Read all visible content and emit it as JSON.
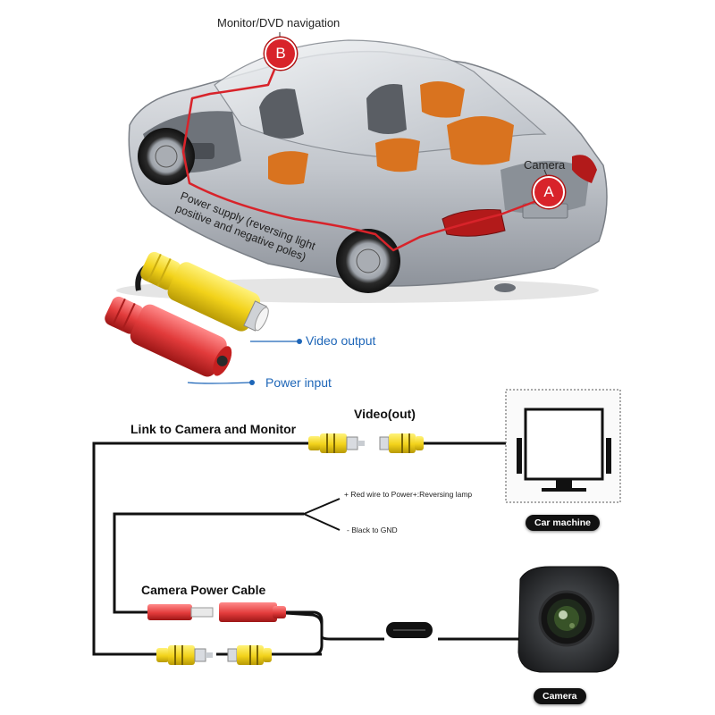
{
  "car_section": {
    "monitor_label": "Monitor/DVD navigation",
    "marker_b": "B",
    "camera_label": "Camera",
    "marker_a": "A",
    "power_supply_note_line1": "Power supply (reversing light",
    "power_supply_note_line2": "positive and negative poles)"
  },
  "plug_section": {
    "video_output": "Video output",
    "power_input": "Power input"
  },
  "wiring_section": {
    "link_heading": "Link to Camera and Monitor",
    "video_out_heading": "Video(out)",
    "red_wire_note": "+ Red wire to Power+:Reversing lamp",
    "black_wire_note": "- Black to GND",
    "power_cable_heading": "Camera Power Cable",
    "car_machine_label": "Car machine",
    "camera_label": "Camera"
  },
  "colors": {
    "accent_red": "#d8232a",
    "callout_blue": "#1e66b8",
    "rca_yellow": "#f2d21a",
    "rca_red": "#e23b3b"
  }
}
